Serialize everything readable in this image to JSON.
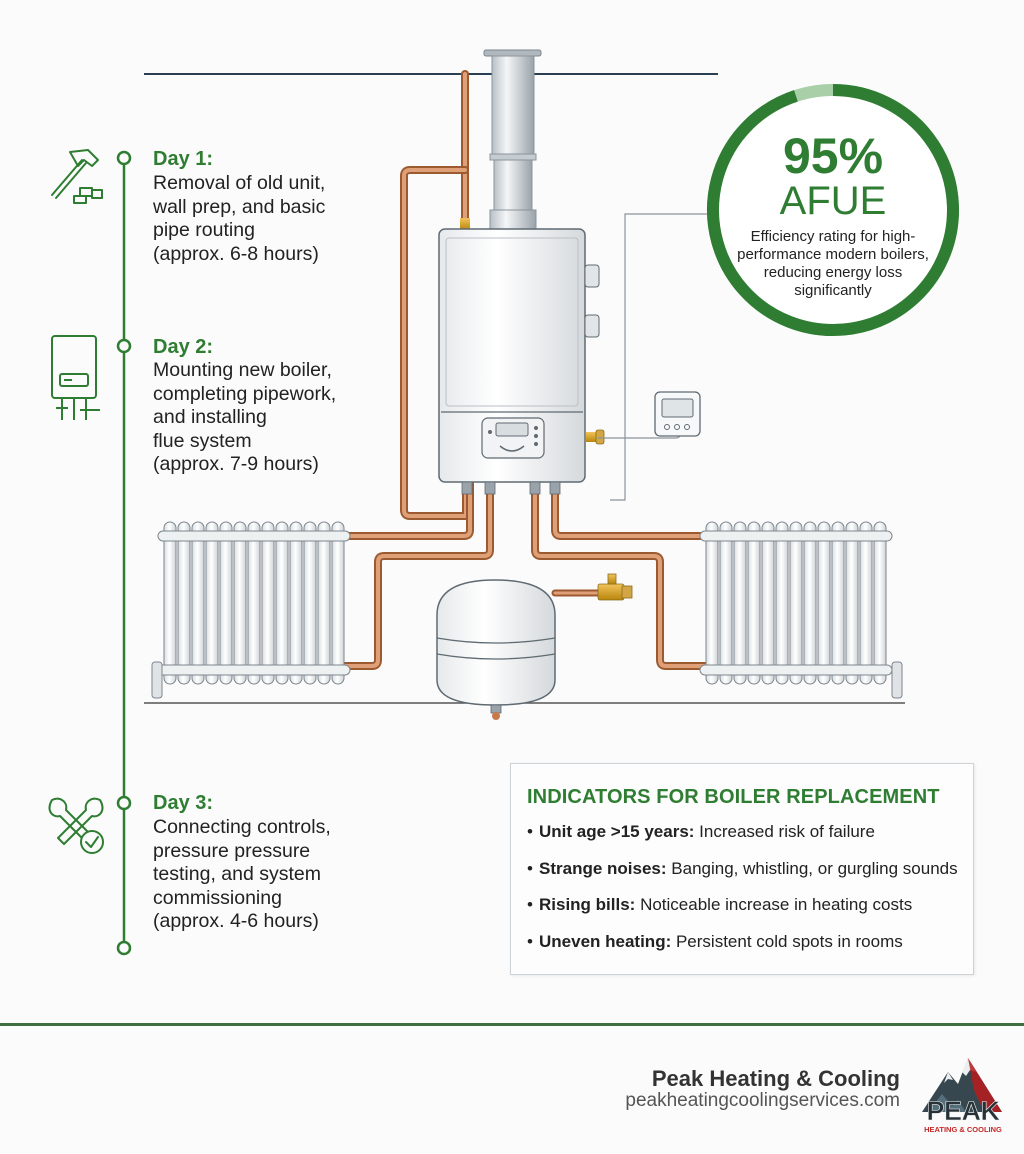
{
  "timeline": [
    {
      "heading": "Day 1:",
      "lines": [
        "Removal of old unit,",
        "wall prep, and basic",
        "pipe routing",
        "(approx. 6-8 hours)"
      ],
      "icon": "hammer-icon"
    },
    {
      "heading": "Day 2:",
      "lines": [
        "Mounting new boiler,",
        "completing pipework,",
        "and installing",
        "flue system",
        "(approx. 7-9 hours)"
      ],
      "icon": "boiler-icon"
    },
    {
      "heading": "Day 3:",
      "lines": [
        "Connecting controls,",
        "pressure pressure",
        "testing, and system",
        "commissioning",
        "(approx. 4-6 hours)"
      ],
      "icon": "wrench-check-icon"
    }
  ],
  "gauge": {
    "value": "95%",
    "unit": "AFUE",
    "fraction": 0.95,
    "caption": [
      "Efficiency rating for high-",
      "performance modern boilers,",
      "reducing energy loss",
      "significantly"
    ]
  },
  "indicators": {
    "title": "INDICATORS FOR BOILER REPLACEMENT",
    "items": [
      {
        "key": "Unit age >15 years:",
        "text": " Increased risk of failure"
      },
      {
        "key": "Strange noises:",
        "text": " Banging, whistling, or gurgling sounds"
      },
      {
        "key": "Rising bills:",
        "text": " Noticeable increase in heating costs"
      },
      {
        "key": "Uneven heating:",
        "text": " Persistent cold spots in rooms"
      }
    ]
  },
  "brand": {
    "name": "Peak Heating & Cooling",
    "url": "peakheatingcoolingservices.com",
    "logo_word": "PEAK",
    "logo_tagline": "HEATING & COOLING"
  },
  "colors": {
    "accent": "#2e7d32",
    "copper": "#c87a4a",
    "footer_rule": "#3f6e3f",
    "logo_red": "#c62828"
  }
}
